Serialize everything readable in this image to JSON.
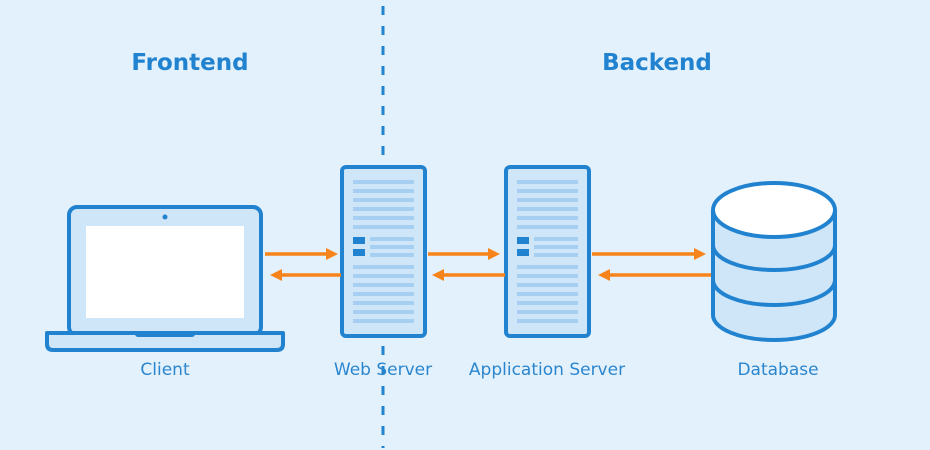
{
  "sections": {
    "frontend": "Frontend",
    "backend": "Backend"
  },
  "nodes": {
    "client": "Client",
    "web_server": "Web Server",
    "app_server": "Application Server",
    "database": "Database"
  },
  "colors": {
    "background": "#e3f1fc",
    "outline": "#2183d0",
    "fill_light": "#cfe5f8",
    "screen": "#ffffff",
    "arrow": "#f7841a",
    "divider": "#2183d0"
  }
}
